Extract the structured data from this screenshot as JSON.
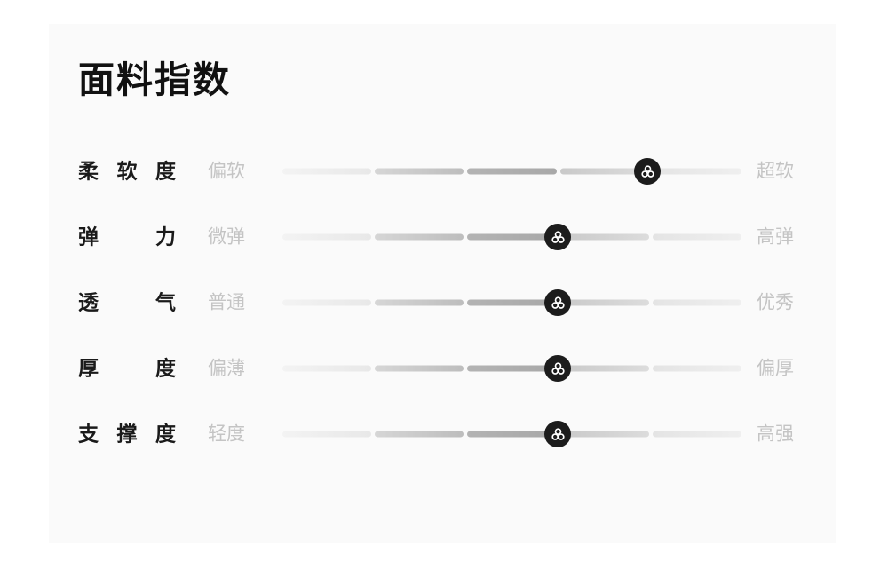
{
  "card": {
    "title": "面料指数",
    "background_color": "#fafafa",
    "page_background_color": "#ffffff"
  },
  "colors": {
    "title": "#111111",
    "row_name": "#1a1a1a",
    "descriptor": "#c4c4c4",
    "knob": "#1c1c1c",
    "knob_glyph": "#ffffff"
  },
  "slider": {
    "segment_count": 5,
    "knob_icon": "trefoil-icon"
  },
  "rows": [
    {
      "name": "柔软度",
      "left_label": "偏软",
      "right_label": "超软",
      "value": 4,
      "knob_percent": 79.5
    },
    {
      "name": "弹　力",
      "left_label": "微弹",
      "right_label": "高弹",
      "value": 3,
      "knob_percent": 60.0
    },
    {
      "name": "透　气",
      "left_label": "普通",
      "right_label": "优秀",
      "value": 3,
      "knob_percent": 60.0
    },
    {
      "name": "厚　度",
      "left_label": "偏薄",
      "right_label": "偏厚",
      "value": 3,
      "knob_percent": 60.0
    },
    {
      "name": "支撑度",
      "left_label": "轻度",
      "right_label": "高强",
      "value": 3,
      "knob_percent": 60.0
    }
  ]
}
